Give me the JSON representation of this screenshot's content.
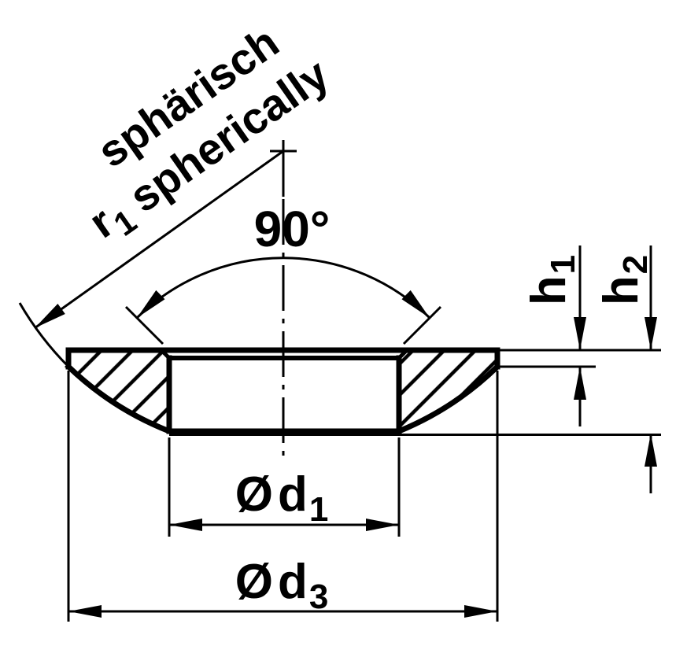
{
  "drawing": {
    "annotation": {
      "line1": "sphärisch",
      "line2": "spherically"
    },
    "labels": {
      "radius": {
        "base": "r",
        "sub": "1"
      },
      "angle": "90°",
      "height1": {
        "base": "h",
        "sub": "1"
      },
      "height2": {
        "base": "h",
        "sub": "2"
      },
      "bore_diameter": {
        "prefix": "Ø",
        "base": "d",
        "sub": "1"
      },
      "outer_diameter": {
        "prefix": "Ø",
        "base": "d",
        "sub": "3"
      }
    },
    "colors": {
      "line": "#000000",
      "background": "#ffffff"
    }
  }
}
